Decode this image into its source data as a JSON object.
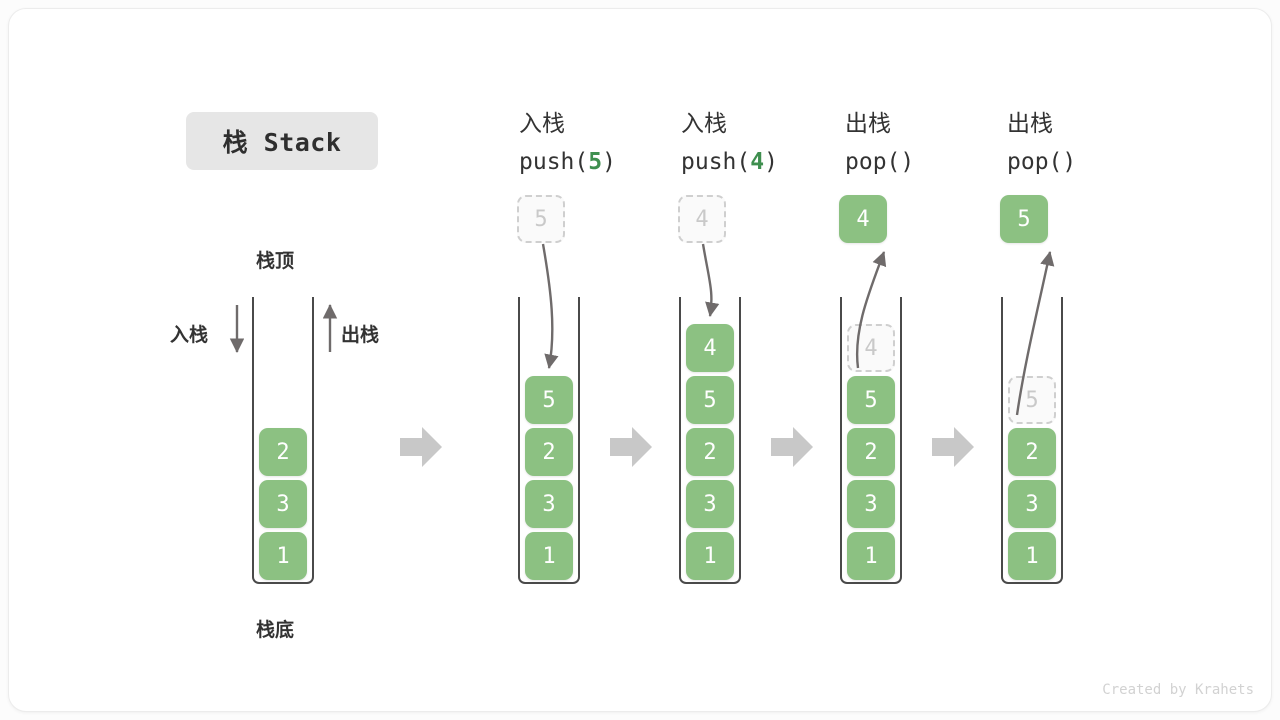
{
  "title": {
    "text": "栈 Stack"
  },
  "colors": {
    "cell_fill": "#8cc182",
    "accent_green": "#3f8f4f",
    "chip_bg": "#e6e6e6",
    "outline": "#4a4a4a",
    "ghost_text": "#c9c9c9",
    "arrow_gray": "#c8c8c8"
  },
  "labels": {
    "top": "栈顶",
    "bottom": "栈底",
    "push": "入栈",
    "pop": "出栈"
  },
  "footer": {
    "credit": "Created by Krahets"
  },
  "steps": [
    {
      "id": "initial",
      "caption_cn": "",
      "caption_code_pre": "",
      "caption_code_num": "",
      "caption_code_post": "",
      "stack": [
        "2",
        "3",
        "1"
      ],
      "float_value": "",
      "float_kind": "none"
    },
    {
      "id": "push-5",
      "caption_cn": "入栈",
      "caption_code_pre": "push(",
      "caption_code_num": "5",
      "caption_code_post": ")",
      "stack": [
        "5",
        "2",
        "3",
        "1"
      ],
      "float_value": "5",
      "float_kind": "ghost"
    },
    {
      "id": "push-4",
      "caption_cn": "入栈",
      "caption_code_pre": "push(",
      "caption_code_num": "4",
      "caption_code_post": ")",
      "stack": [
        "4",
        "5",
        "2",
        "3",
        "1"
      ],
      "float_value": "4",
      "float_kind": "ghost"
    },
    {
      "id": "pop-1",
      "caption_cn": "出栈",
      "caption_code_pre": "pop(",
      "caption_code_num": "",
      "caption_code_post": ")",
      "stack": [
        "4",
        "5",
        "2",
        "3",
        "1"
      ],
      "ghost_top": "4",
      "float_value": "4",
      "float_kind": "filled"
    },
    {
      "id": "pop-2",
      "caption_cn": "出栈",
      "caption_code_pre": "pop(",
      "caption_code_num": "",
      "caption_code_post": ")",
      "stack": [
        "5",
        "2",
        "3",
        "1"
      ],
      "ghost_top": "5",
      "float_value": "5",
      "float_kind": "filled"
    }
  ]
}
